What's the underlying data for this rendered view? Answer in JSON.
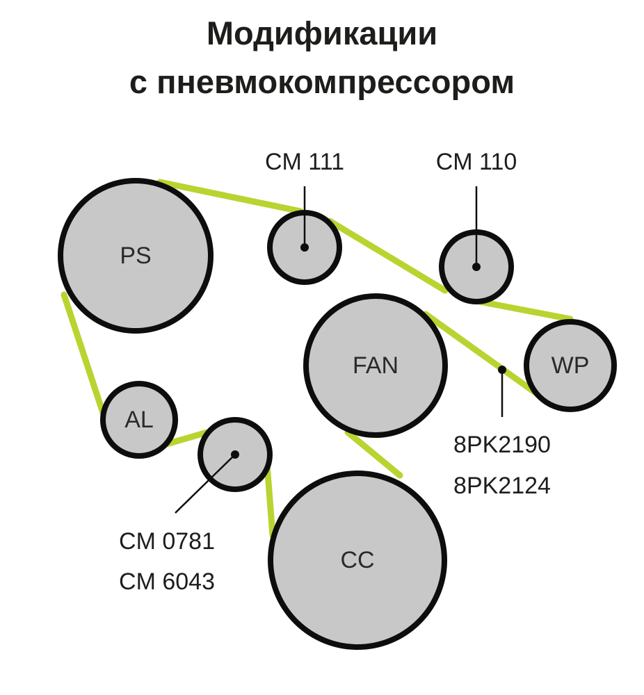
{
  "title": {
    "line1": "Модификации",
    "line2": "с пневмокомпрессором"
  },
  "colors": {
    "belt": "#b9d430",
    "pulley_fill": "#c8c8c8",
    "pulley_stroke": "#0d0d0d",
    "text": "#1d1d1b"
  },
  "pulleys": {
    "ps": "PS",
    "fan": "FAN",
    "wp": "WP",
    "al": "AL",
    "cc": "CC"
  },
  "callouts": {
    "cm111": "CM 111",
    "cm110": "CM 110",
    "belt_a": "8PK2190",
    "belt_b": "8PK2124",
    "idler_a": "CM 0781",
    "idler_b": "CM 6043"
  }
}
